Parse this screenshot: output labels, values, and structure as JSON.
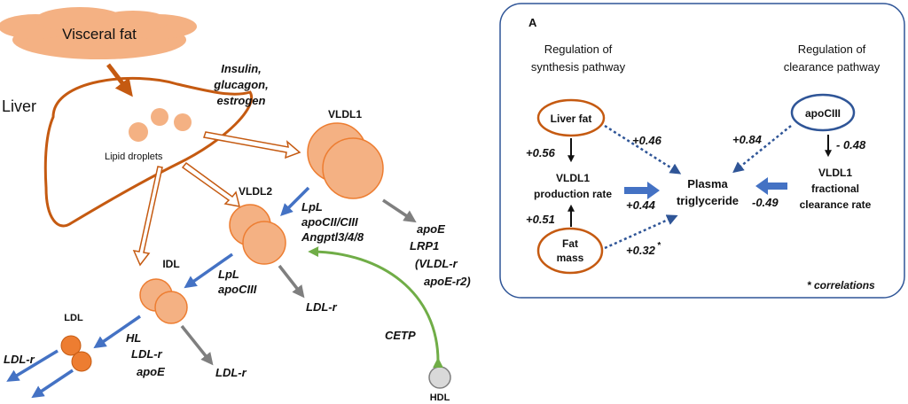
{
  "left": {
    "visceral_fat": "Visceral fat",
    "liver": "Liver",
    "lipid_droplets": "Lipid droplets",
    "hormones": [
      "Insulin,",
      "glucagon,",
      "estrogen"
    ],
    "vldl1": "VLDL1",
    "vldl2": "VLDL2",
    "idl": "IDL",
    "ldl": "LDL",
    "hdl": "HDL",
    "vldl1_to_vldl2": [
      "LpL",
      "apoCII/CIII",
      "Angptl3/4/8"
    ],
    "vldl1_clearance": [
      "apoE",
      "LRP1",
      "(VLDL-r",
      "apoE-r2)"
    ],
    "vldl2_to_idl": [
      "LpL",
      "apoCIII"
    ],
    "vldl2_clearance": "LDL-r",
    "idl_to_ldl": [
      "HL",
      "LDL-r",
      "apoE"
    ],
    "idl_clearance": "LDL-r",
    "ldl_clearance": "LDL-r",
    "cetp": "CETP"
  },
  "panel": {
    "letter": "A",
    "synthesis_title": [
      "Regulation  of",
      "synthesis pathway"
    ],
    "clearance_title": [
      "Regulation  of",
      "clearance pathway"
    ],
    "liver_fat": "Liver fat",
    "fat_mass": [
      "Fat",
      "mass"
    ],
    "apociii": "apoCIII",
    "vldl1_production": [
      "VLDL1",
      "production rate"
    ],
    "vldl1_clearance": [
      "VLDL1",
      "fractional",
      "clearance rate"
    ],
    "plasma_tg": [
      "Plasma",
      "triglyceride"
    ],
    "coef_liverfat_prod": "+0.56",
    "coef_liverfat_tg": "+0.46",
    "coef_fatmass_prod": "+0.51",
    "coef_fatmass_tg": "+0.32",
    "coef_fatmass_tg_mark": "*",
    "coef_prod_tg": "+0.44",
    "coef_apociii_tg": "+0.84",
    "coef_apociii_clear": "- 0.48",
    "coef_clear_tg": "-0.49",
    "footnote": "* correlations"
  },
  "colors": {
    "orange_fill": "#f4b183",
    "orange_stroke": "#c55a11",
    "blue": "#4472c4",
    "gray": "#7f7f7f",
    "green": "#70ad47",
    "panel_border": "#2f5597"
  }
}
